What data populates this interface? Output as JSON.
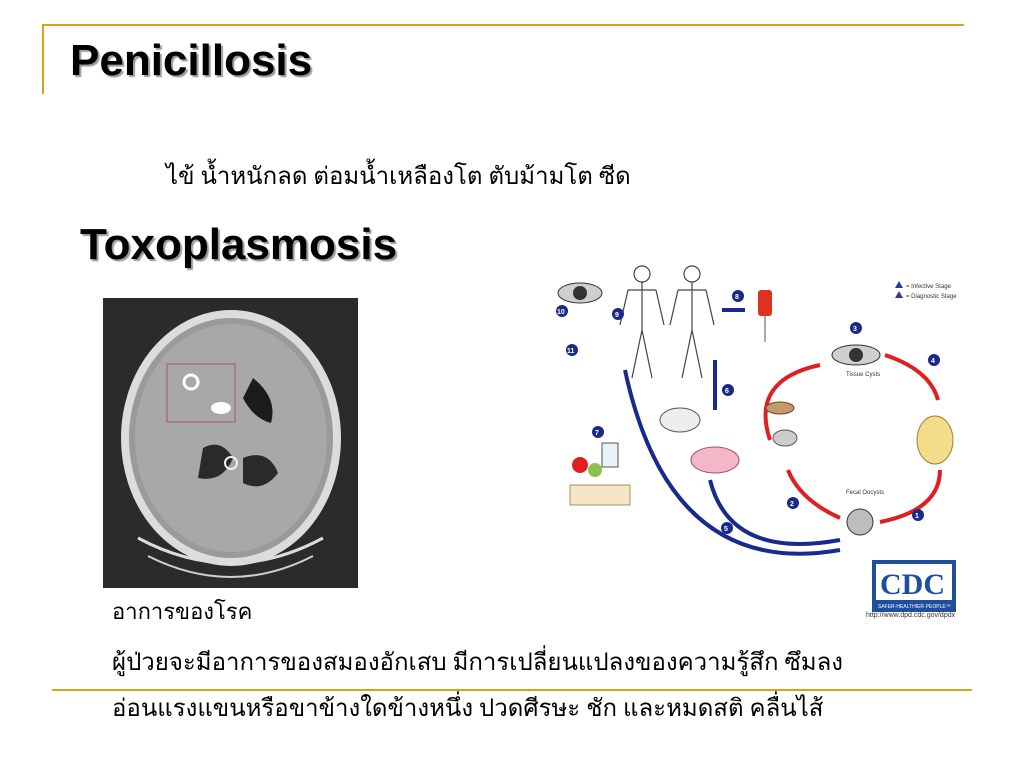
{
  "slide": {
    "title1": "Penicillosis",
    "symptoms1": "ไข้ น้ำหนักลด ต่อมน้ำเหลืองโต  ตับม้ามโต ซีด",
    "title2": "Toxoplasmosis",
    "symptoms_label": "อาการของโรค",
    "symptoms_line1": "ผู้ป่วยจะมีอาการของสมองอักเสบ มีการเปลี่ยนแปลงของความรู้สึก ซึมลง",
    "symptoms_line2": "อ่อนแรงแขนหรือขาข้างใดข้างหนึ่ง ปวดศีรษะ ชัก และหมดสติ คลื่นไส้"
  },
  "lifecycle": {
    "legend_infective": "= Infective Stage",
    "legend_diagnostic": "= Diagnostic Stage",
    "tissue_cysts": "Tissue Cysts",
    "fecal_oocysts": "Fecal Oocysts",
    "steps": [
      "1",
      "2",
      "3",
      "4",
      "5",
      "6",
      "7",
      "8",
      "9",
      "10",
      "11"
    ]
  },
  "cdc": {
    "logo_text": "CDC",
    "tagline": "SAFER·HEALTHIER·PEOPLE™",
    "url": "http://www.dpd.cdc.gov/dpdx"
  },
  "colors": {
    "accent_rule": "#d9a21b",
    "arrow_red": "#e02020",
    "arrow_blue": "#1a2a8c",
    "cdc_blue": "#1f4e9c"
  }
}
